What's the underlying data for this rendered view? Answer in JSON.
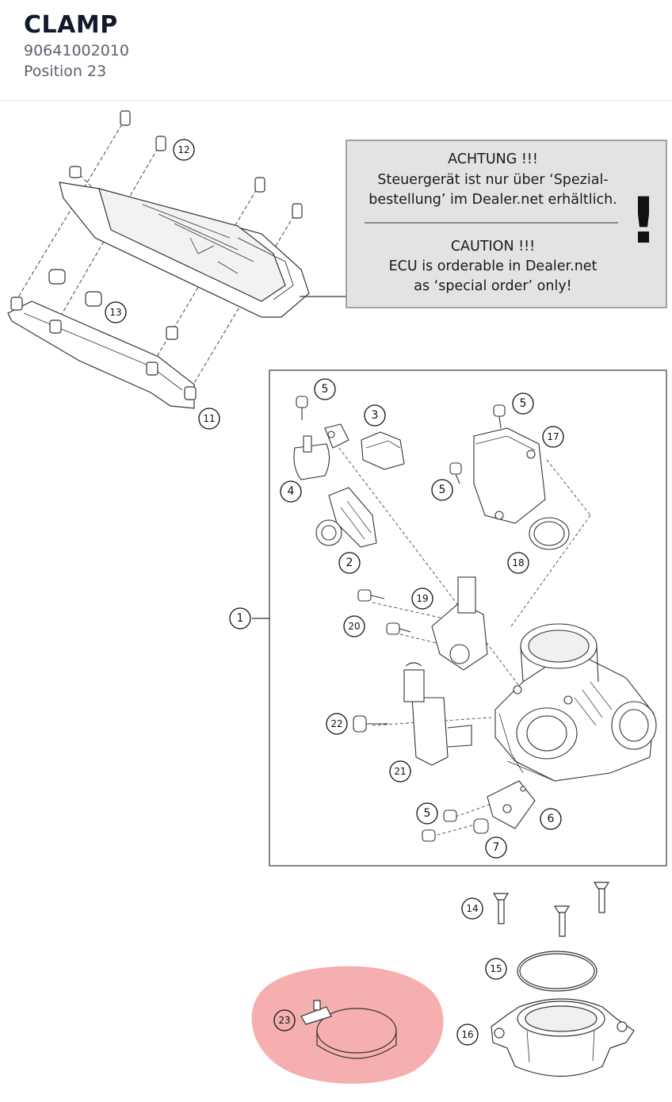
{
  "header": {
    "title": "CLAMP",
    "part_number": "90641002010",
    "position": "Position 23"
  },
  "notice": {
    "german_heading": "ACHTUNG !!!",
    "german_line1": "Steuergerät ist nur über ‘Spezial-",
    "german_line2": "bestellung’ im Dealer.net erhältlich.",
    "english_heading": "CAUTION !!!",
    "english_line1": "ECU is orderable in Dealer.net",
    "english_line2": "as ‘special order’ only!",
    "exclamation": "!"
  },
  "callouts": {
    "c1": "1",
    "c2": "2",
    "c3": "3",
    "c4": "4",
    "c5a": "5",
    "c5b": "5",
    "c5c": "5",
    "c5d": "5",
    "c6": "6",
    "c7": "7",
    "c11": "11",
    "c12": "12",
    "c13": "13",
    "c14": "14",
    "c15": "15",
    "c16": "16",
    "c17": "17",
    "c18": "18",
    "c19": "19",
    "c20": "20",
    "c21": "21",
    "c22": "22",
    "c23": "23"
  },
  "colors": {
    "highlight": "#f4a1a1",
    "notice_bg": "#e3e3e3",
    "line": "#333333"
  },
  "selected_position": "23"
}
